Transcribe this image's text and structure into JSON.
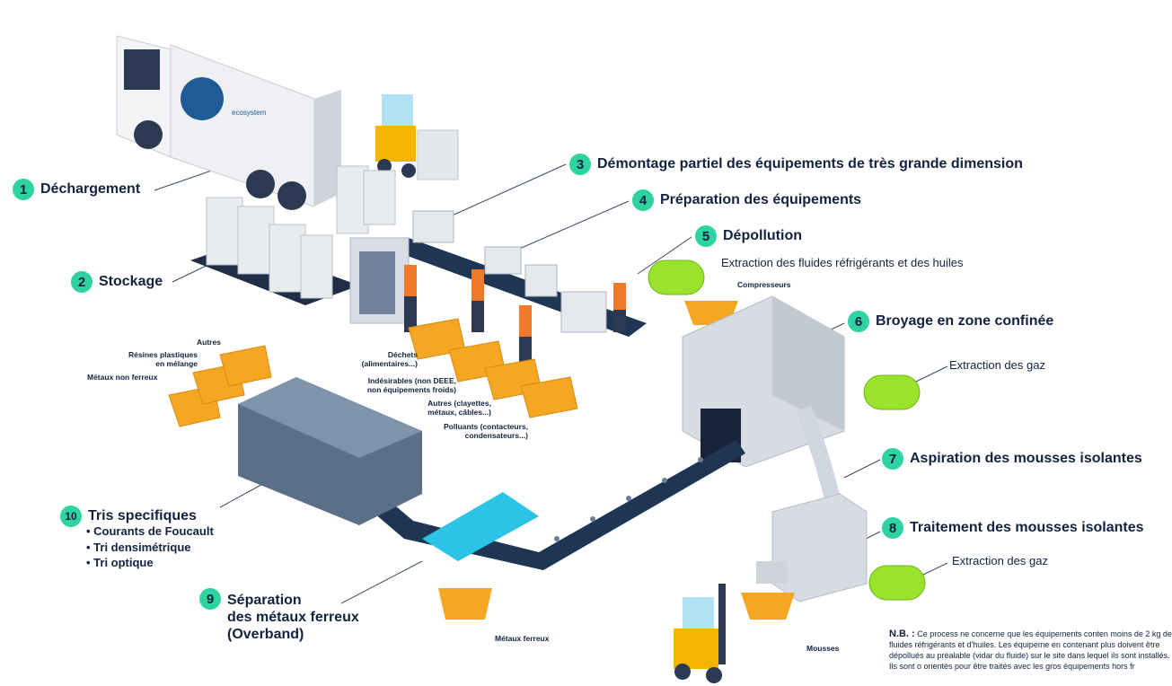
{
  "steps": [
    {
      "num": "1",
      "label": "Déchargement"
    },
    {
      "num": "2",
      "label": "Stockage"
    },
    {
      "num": "3",
      "label": "Démontage partiel des équipements de très grande dimension"
    },
    {
      "num": "4",
      "label": "Préparation des équipements"
    },
    {
      "num": "5",
      "label": "Dépollution"
    },
    {
      "num": "6",
      "label": "Broyage en zone confinée"
    },
    {
      "num": "7",
      "label": "Aspiration des mousses isolantes"
    },
    {
      "num": "8",
      "label": "Traitement des mousses isolantes"
    },
    {
      "num": "9",
      "label_line1": "Séparation",
      "label_line2": "des métaux ferreux",
      "label_line3": "(Overband)"
    },
    {
      "num": "10",
      "label": "Tris specifiques",
      "bullets": [
        "• Courants de Foucault",
        "• Tri densimétrique",
        "• Tri optique"
      ]
    }
  ],
  "sublabels": {
    "extraction_fluides": "Extraction des fluides réfrigérants et des huiles",
    "compresseurs": "Compresseurs",
    "extraction_gaz_1": "Extraction des gaz",
    "extraction_gaz_2": "Extraction des gaz",
    "metaux_ferreux": "Métaux ferreux",
    "mousses": "Mousses"
  },
  "bins_left": {
    "autres": "Autres",
    "resines_1": "Résines plastiques",
    "resines_2": "en mélange",
    "metaux_non_ferreux": "Métaux non ferreux"
  },
  "bins_center": {
    "dechets_1": "Déchets",
    "dechets_2": "(alimentaires...)",
    "indesirables_1": "Indésirables (non DEEE,",
    "indesirables_2": "non équipements froids)",
    "autres_1": "Autres (clayettes,",
    "autres_2": "métaux, câbles...)",
    "polluants_1": "Polluants (contacteurs,",
    "polluants_2": "condensateurs...)"
  },
  "truck_brand": "ecosystem",
  "note": {
    "prefix": "N.B. :",
    "text": "Ce process ne concerne que les équipements conten moins de 2 kg de fluides réfrigérants et d'huiles. Les équipeme en contenant plus doivent être dépollués au préalable (vidar du fluide) sur le site dans lequel ils sont installés. Ils sont o orientés pour être traités avec les gros équipements hors fr"
  },
  "colors": {
    "badge": "#2fd3a0",
    "text": "#12223f",
    "bin": "#f5a623",
    "conveyor": "#1e3554",
    "machine": "#d7dbe2",
    "tank": "#9be22c",
    "overband": "#2bc3e6"
  }
}
